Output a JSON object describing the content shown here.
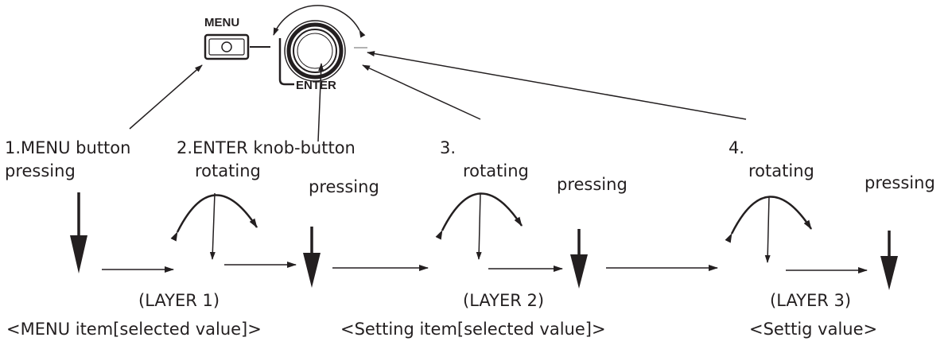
{
  "controls": {
    "menu_label": "MENU",
    "enter_label": "ENTER"
  },
  "steps": {
    "step1": {
      "line1": "1.MENU button",
      "line2": "pressing"
    },
    "step2": {
      "line1": "2.ENTER knob-button",
      "rotating": "rotating",
      "pressing": "pressing"
    },
    "step3": {
      "number": "3.",
      "rotating": "rotating",
      "pressing": "pressing"
    },
    "step4": {
      "number": "4.",
      "rotating": "rotating",
      "pressing": "pressing"
    }
  },
  "layers": [
    {
      "name": "(LAYER 1)",
      "desc": "<MENU item[selected value]>"
    },
    {
      "name": "(LAYER 2)",
      "desc": "<Setting item[selected value]>"
    },
    {
      "name": "(LAYER 3)",
      "desc": "<Settig value>"
    }
  ],
  "colors": {
    "ink": "#231f20",
    "background": "#ffffff"
  }
}
